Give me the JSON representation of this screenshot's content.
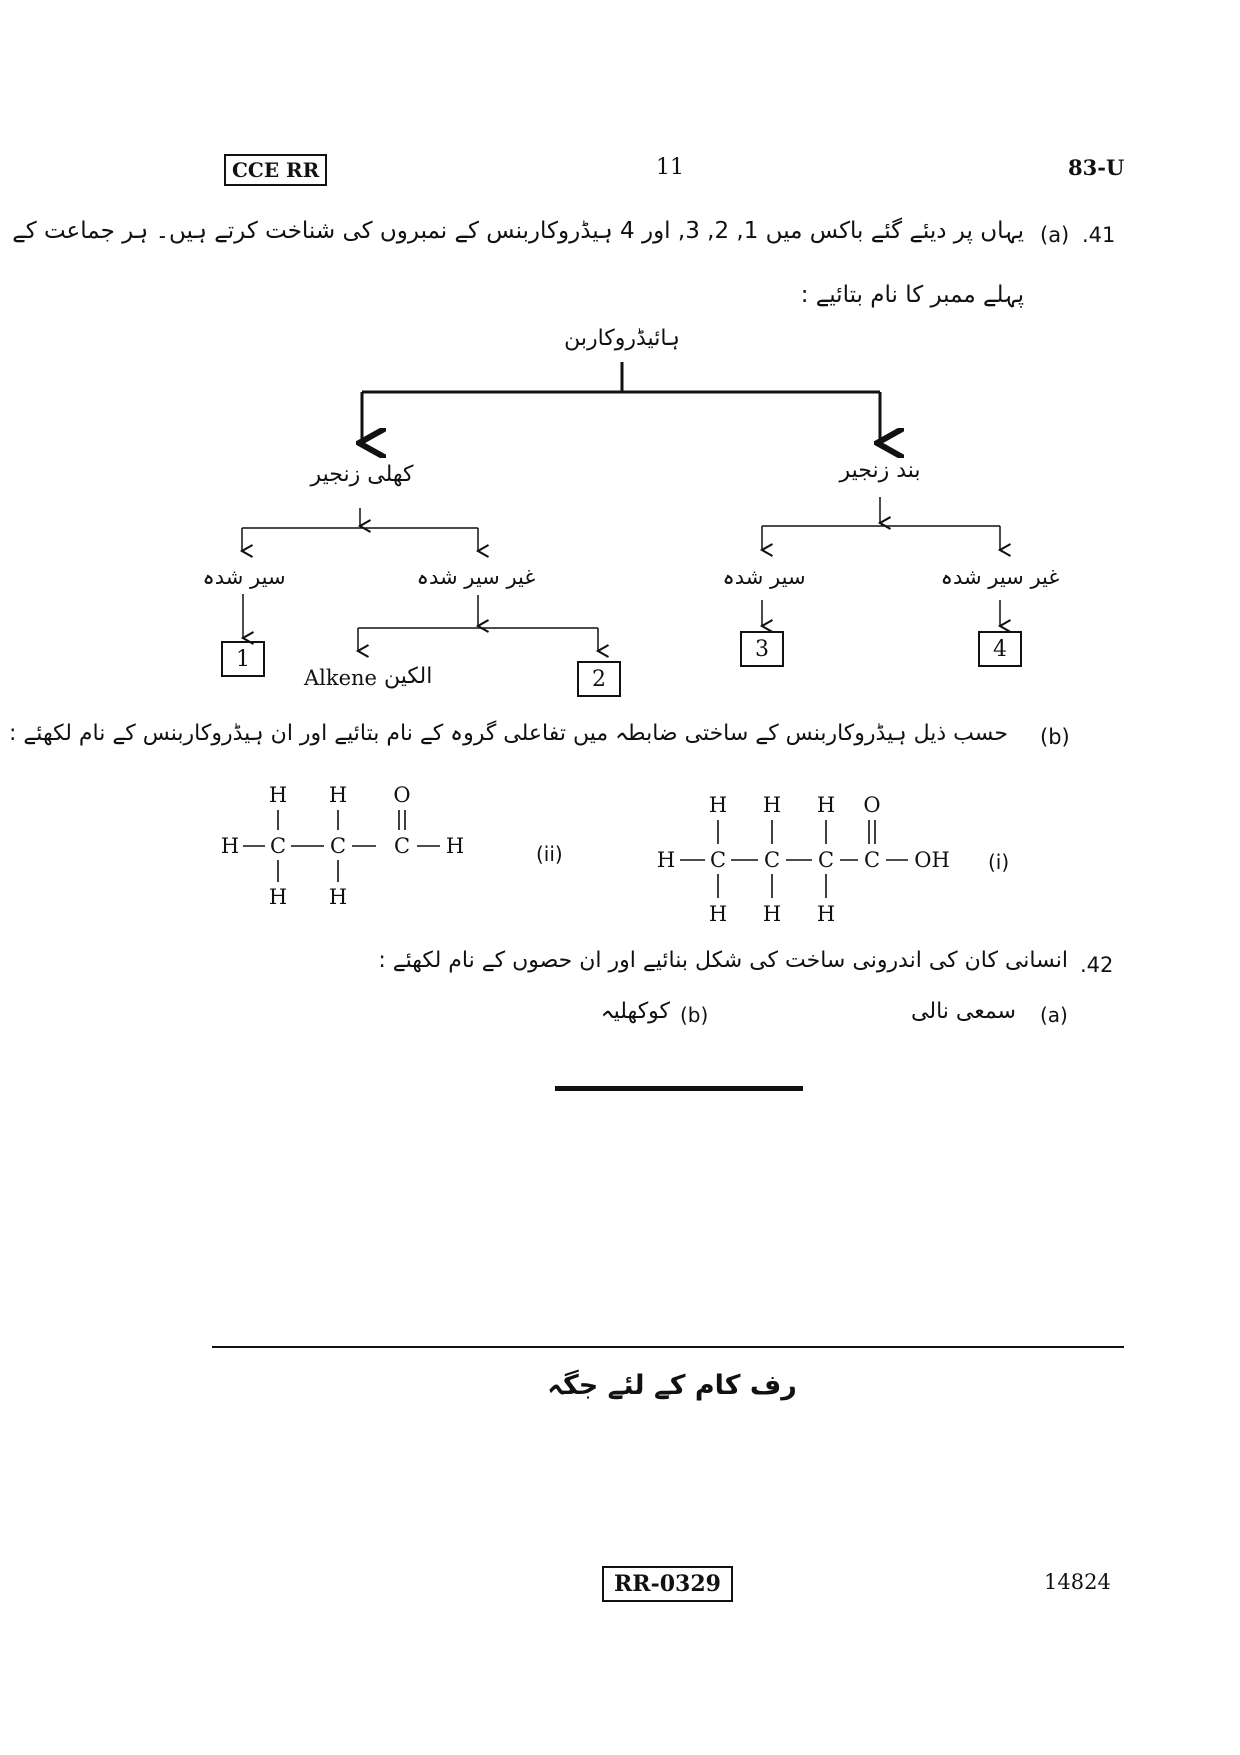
{
  "header": {
    "left_code": "CCE RR",
    "page_number": "11",
    "right_code": "83-U"
  },
  "q41": {
    "number": ".41",
    "part_a_label": "(a)",
    "part_a_text_line1": "یہاں پر دیئے گئے باکس میں 1, 2, 3, اور 4 ہیڈروکاربنس کے نمبروں کی شناخت کرتے ہیں۔ ہر جماعت کے",
    "part_a_text_line2": "پہلے ممبر کا نام بتائیے :",
    "tree": {
      "root": "ہائیڈروکاربن",
      "open_chain": "کھلی زنجیر",
      "closed_chain": "بند زنجیر",
      "saturated_left": "سیر شدہ",
      "unsaturated_left": "غیر سیر شدہ",
      "saturated_right": "سیر شدہ",
      "unsaturated_right": "غیر سیر شدہ",
      "box1": "1",
      "box2": "2",
      "box3": "3",
      "box4": "4",
      "alkene_en": "Alkene",
      "alkene_ur": "الکین"
    },
    "part_b_label": "(b)",
    "part_b_text": "حسب ذیل ہیڈروکاربنس کے ساختی ضابطہ میں تفاعلی گروہ کے نام بتائیے اور ان ہیڈروکاربنس کے نام لکھئے :",
    "struct_ii_label": "(ii)",
    "struct_i_label": "(i)"
  },
  "q42": {
    "number": ".42",
    "text": "انسانی کان کی اندرونی ساخت کی شکل بنائیے اور ان حصوں کے نام لکھئے :",
    "part_a_label": "(a)",
    "part_a_text": "سمعی نالی",
    "part_b_label": "(b)",
    "part_b_text": "کوکھلیہ"
  },
  "rough_work": "رف کام کے لئے جگہ",
  "footer": {
    "code": "RR-0329",
    "number": "14824"
  }
}
